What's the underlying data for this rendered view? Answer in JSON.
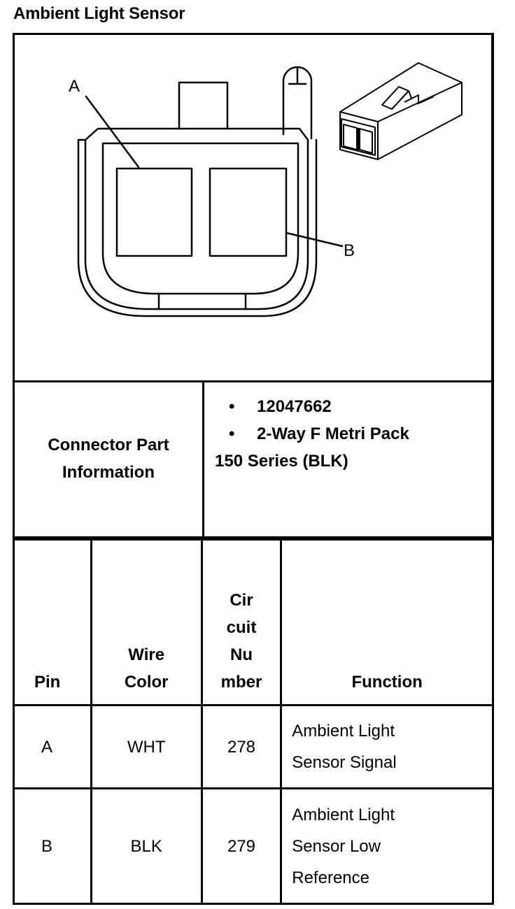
{
  "title": "Ambient Light Sensor",
  "diagram": {
    "label_a": "A",
    "label_b": "B"
  },
  "connector": {
    "label_line1": "Connector Part",
    "label_line2": "Information",
    "bullets": [
      "12047662",
      "2-Way F Metri Pack"
    ],
    "continuation": "150 Series (BLK)",
    "bullet_glyph": "•"
  },
  "table": {
    "headers": {
      "pin": "Pin",
      "wire_color_line1": "Wire",
      "wire_color_line2": "Color",
      "circuit_line1": "Cir",
      "circuit_line2": "cuit",
      "circuit_line3": "Nu",
      "circuit_line4": "mber",
      "function": "Function"
    },
    "rows": [
      {
        "pin": "A",
        "wire_color": "WHT",
        "circuit": "278",
        "function_lines": [
          "Ambient Light",
          "Sensor Signal"
        ]
      },
      {
        "pin": "B",
        "wire_color": "BLK",
        "circuit": "279",
        "function_lines": [
          "Ambient Light",
          "Sensor Low",
          "Reference"
        ]
      }
    ]
  }
}
